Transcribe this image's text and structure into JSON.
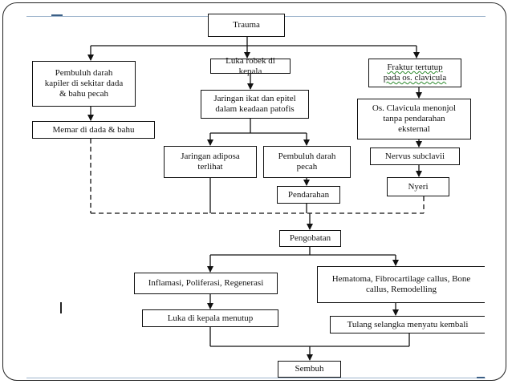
{
  "diagram": {
    "nodes": {
      "trauma": "Trauma",
      "pembuluh_kapiler": "Pembuluh darah\nkapiler di sekitar dada\n& bahu pecah",
      "memar": "Memar di dada & bahu",
      "luka_robek": "Luka robek di kepala",
      "jaringan_ikat": "Jaringan ikat dan epitel\ndalam keadaan patofis",
      "jaringan_adiposa": "Jaringan adiposa\nterlihat",
      "pembuluh_pecah": "Pembuluh darah\npecah",
      "pendarahan": "Pendarahan",
      "fraktur": "Fraktur tertutup\npada os. clavicula",
      "os_clavicula": "Os. Clavicula menonjol\ntanpa pendarahan\neksternal",
      "nervus": "Nervus subclavii",
      "nyeri": "Nyeri",
      "pengobatan": "Pengobatan",
      "inflamasi": "Inflamasi, Poliferasi, Regenerasi",
      "luka_menutup": "Luka di kepala menutup",
      "hematoma": "Hematoma, Fibrocartilage callus, Bone\ncallus, Remodelling",
      "tulang": "Tulang selangka menyatu kembali",
      "sembuh": "Sembuh"
    }
  }
}
